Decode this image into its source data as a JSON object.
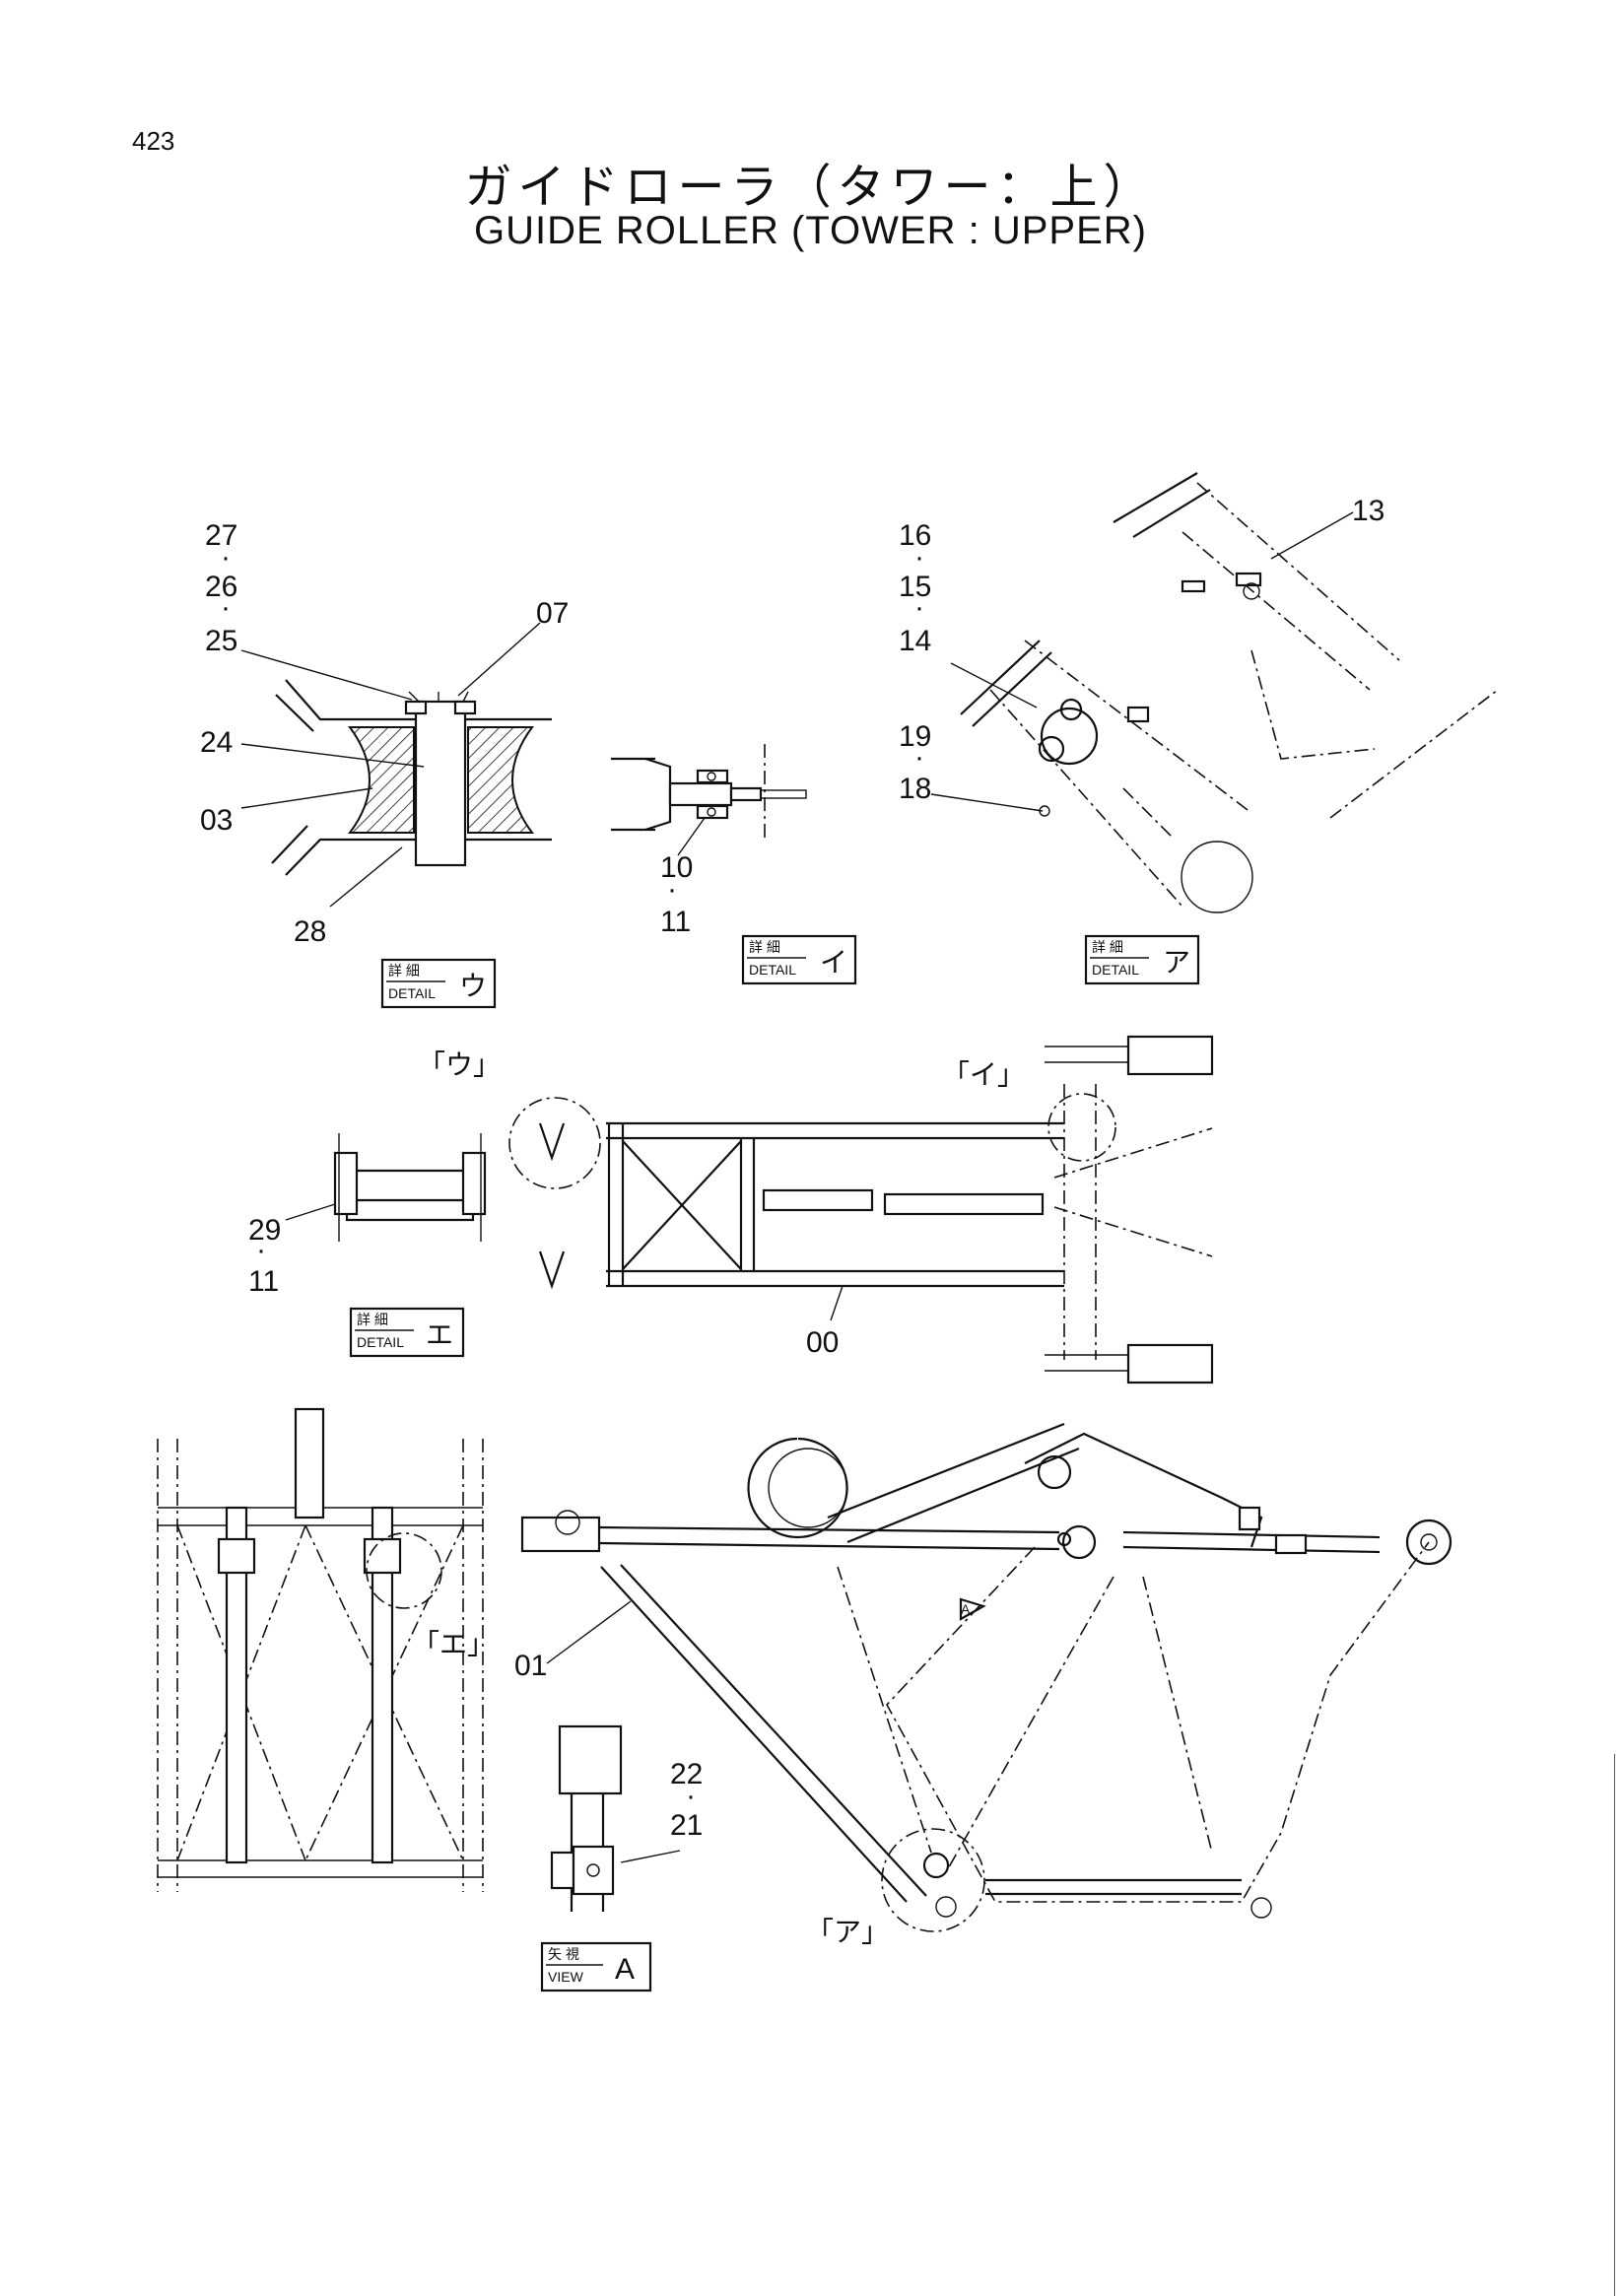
{
  "page": {
    "number": "423"
  },
  "title": {
    "japanese": "ガイドローラ（タワー：上）",
    "english": "GUIDE ROLLER (TOWER : UPPER)"
  },
  "callouts": {
    "c27": "27",
    "c26": "26",
    "c25": "25",
    "c07": "07",
    "c24": "24",
    "c03": "03",
    "c28": "28",
    "c10": "10",
    "c11a": "11",
    "c16": "16",
    "c15": "15",
    "c14": "14",
    "c19": "19",
    "c18": "18",
    "c13": "13",
    "c29": "29",
    "c11b": "11",
    "c00": "00",
    "c01": "01",
    "c22": "22",
    "c21": "21"
  },
  "detail_boxes": [
    {
      "jp": "詳 細",
      "en": "DETAIL",
      "mark": "ウ"
    },
    {
      "jp": "詳 細",
      "en": "DETAIL",
      "mark": "イ"
    },
    {
      "jp": "詳 細",
      "en": "DETAIL",
      "mark": "ア"
    },
    {
      "jp": "詳 細",
      "en": "DETAIL",
      "mark": "エ"
    },
    {
      "jp": "矢 視",
      "en": "VIEW",
      "mark": "A"
    }
  ],
  "view_markers": {
    "u": "「ウ」",
    "i": "「イ」",
    "e": "「エ」",
    "a": "「ア」",
    "arrowA": "A"
  }
}
